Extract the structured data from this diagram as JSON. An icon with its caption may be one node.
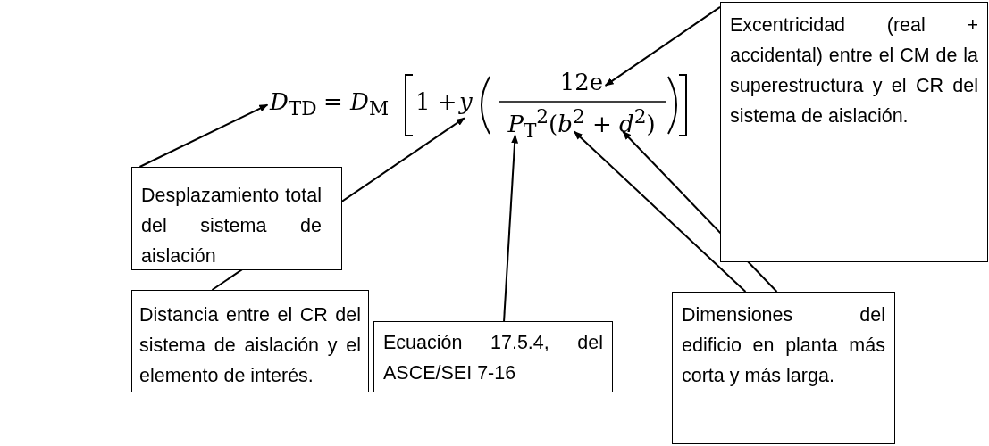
{
  "diagram": {
    "nodes": [
      {
        "text": [
          "Desplazamiento total del sistema de aislación"
        ]
      },
      {
        "text": [
          "Excentricidad (real + accidental) entre el CM de la superestructura y el CR del sistema de aislación."
        ]
      },
      {
        "text": [
          "Distancia entre el CR del sistema de aislación y el elemento de interés."
        ]
      },
      {
        "text": [
          "Ecuación 17.5.4, del ASCE/SEI 7-16"
        ]
      },
      {
        "text": [
          "Dimensiones del edificio en planta más corta y más larga."
        ]
      },
      {
        "text": [
          "*D*$_{TD}$"
        ]
      },
      {
        "text": [
          "*y*"
        ]
      },
      {
        "text": [
          "12e"
        ]
      },
      {
        "text": [
          "*P*$_{T}$$^{2}$(*b*$^{2}$ + *d*$^{2}$)"
        ]
      }
    ],
    "edges": [
      {
        "from": 0,
        "to": 5,
        "arrow": "to"
      },
      {
        "from": 1,
        "to": 7,
        "arrow": "to"
      },
      {
        "from": 2,
        "to": 6,
        "arrow": "to"
      },
      {
        "from": 3,
        "to": 8,
        "arrow": "to"
      },
      {
        "from": 4,
        "to": 8,
        "arrow": "to"
      },
      {
        "from": 4,
        "to": 8,
        "arrow": "to"
      }
    ],
    "labels": [
      "= *D*$_{M}$",
      "1 +"
    ]
  }
}
